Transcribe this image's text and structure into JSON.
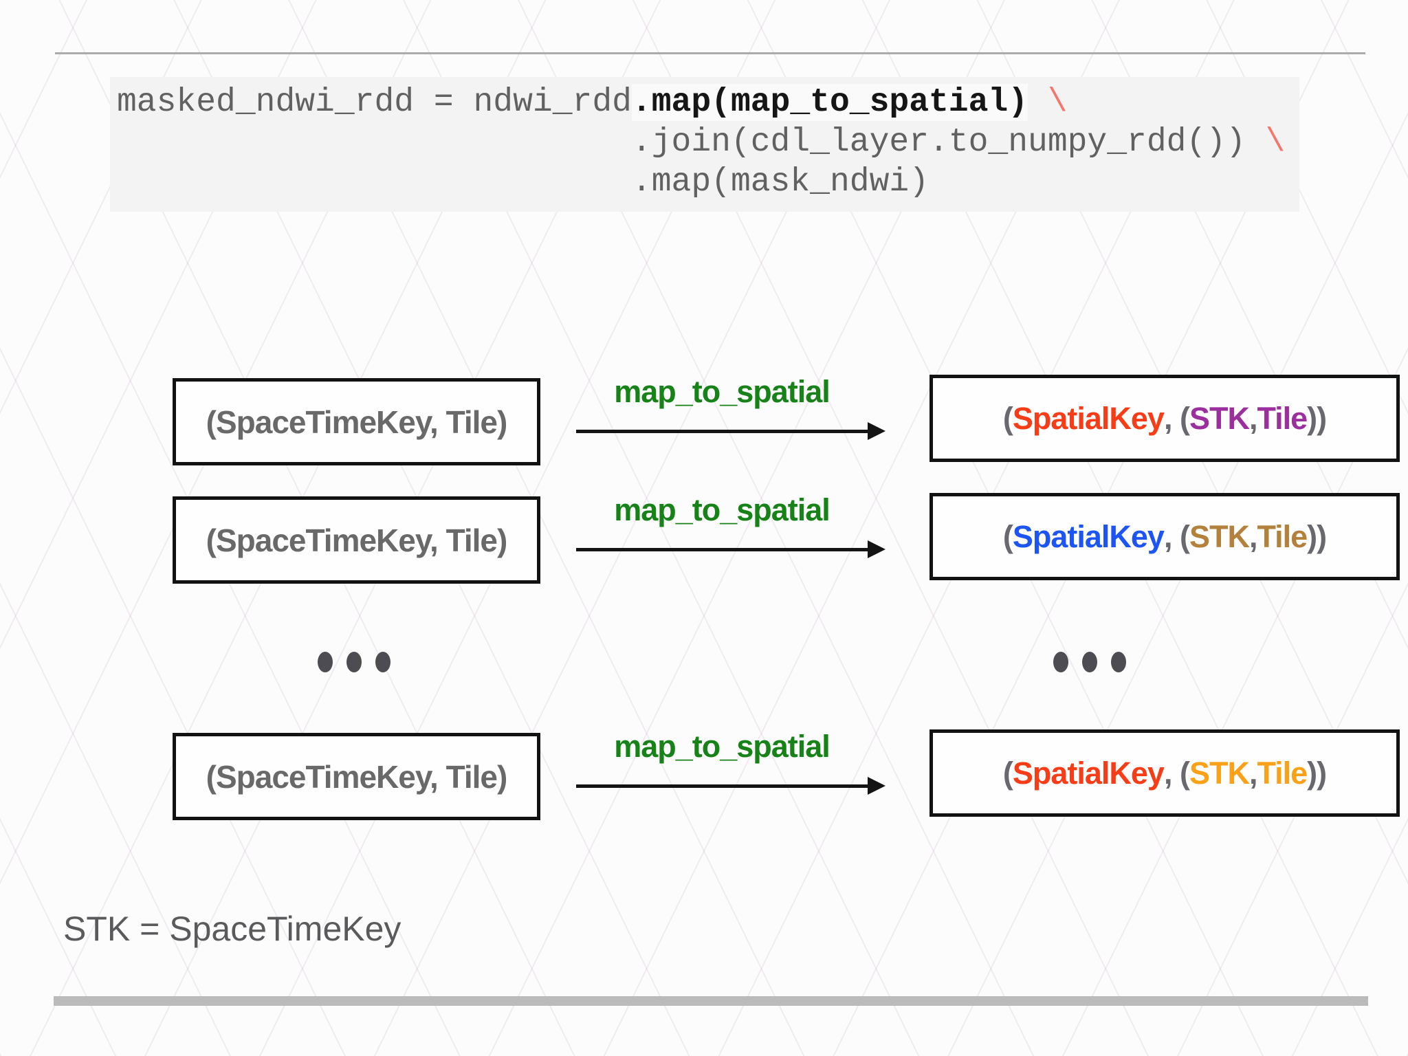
{
  "slide": {
    "code": {
      "lines": [
        {
          "segments": [
            {
              "text": "masked_ndwi_rdd = ndwi_rdd",
              "style": "plain"
            },
            {
              "text": ".map(map_to_spatial)",
              "style": "emphasis"
            },
            {
              "text": " ",
              "style": "plain"
            },
            {
              "text": "\\",
              "style": "continuation"
            }
          ]
        },
        {
          "segments": [
            {
              "text": "                          .join(cdl_layer.to_numpy_rdd()) ",
              "style": "plain"
            },
            {
              "text": "\\",
              "style": "continuation"
            }
          ]
        },
        {
          "segments": [
            {
              "text": "                          .map(mask_ndwi)",
              "style": "plain"
            }
          ]
        }
      ]
    },
    "diagram": {
      "rows": [
        {
          "input": "(SpaceTimeKey, Tile)",
          "arrow_label": "map_to_spatial",
          "output": [
            {
              "text": "(",
              "color": "gray"
            },
            {
              "text": "SpatialKey",
              "color": "red"
            },
            {
              "text": ", (",
              "color": "gray"
            },
            {
              "text": "STK",
              "color": "purple"
            },
            {
              "text": ", ",
              "color": "gray"
            },
            {
              "text": "Tile",
              "color": "purple"
            },
            {
              "text": "))",
              "color": "gray"
            }
          ]
        },
        {
          "input": "(SpaceTimeKey, Tile)",
          "arrow_label": "map_to_spatial",
          "output": [
            {
              "text": "(",
              "color": "gray"
            },
            {
              "text": "SpatialKey",
              "color": "blue"
            },
            {
              "text": ", (",
              "color": "gray"
            },
            {
              "text": "STK",
              "color": "tan"
            },
            {
              "text": ", ",
              "color": "gray"
            },
            {
              "text": "Tile",
              "color": "tan"
            },
            {
              "text": "))",
              "color": "gray"
            }
          ]
        },
        {
          "input": "(SpaceTimeKey, Tile)",
          "arrow_label": "map_to_spatial",
          "output": [
            {
              "text": "(",
              "color": "gray"
            },
            {
              "text": "SpatialKey",
              "color": "red"
            },
            {
              "text": ", (",
              "color": "gray"
            },
            {
              "text": "STK",
              "color": "orange"
            },
            {
              "text": ", ",
              "color": "gray"
            },
            {
              "text": "Tile",
              "color": "orange"
            },
            {
              "text": "))",
              "color": "gray"
            }
          ]
        }
      ],
      "ellipsis": {
        "count": 3
      }
    },
    "footnote": "STK = SpaceTimeKey",
    "colors": {
      "red": "#f63d17",
      "purple": "#9c2f9e",
      "blue": "#1d55f2",
      "tan": "#b4813d",
      "orange": "#faa118",
      "gray": "#6a686e",
      "arrow_label_green": "#178217",
      "continuation_red": "#f4776b"
    }
  }
}
